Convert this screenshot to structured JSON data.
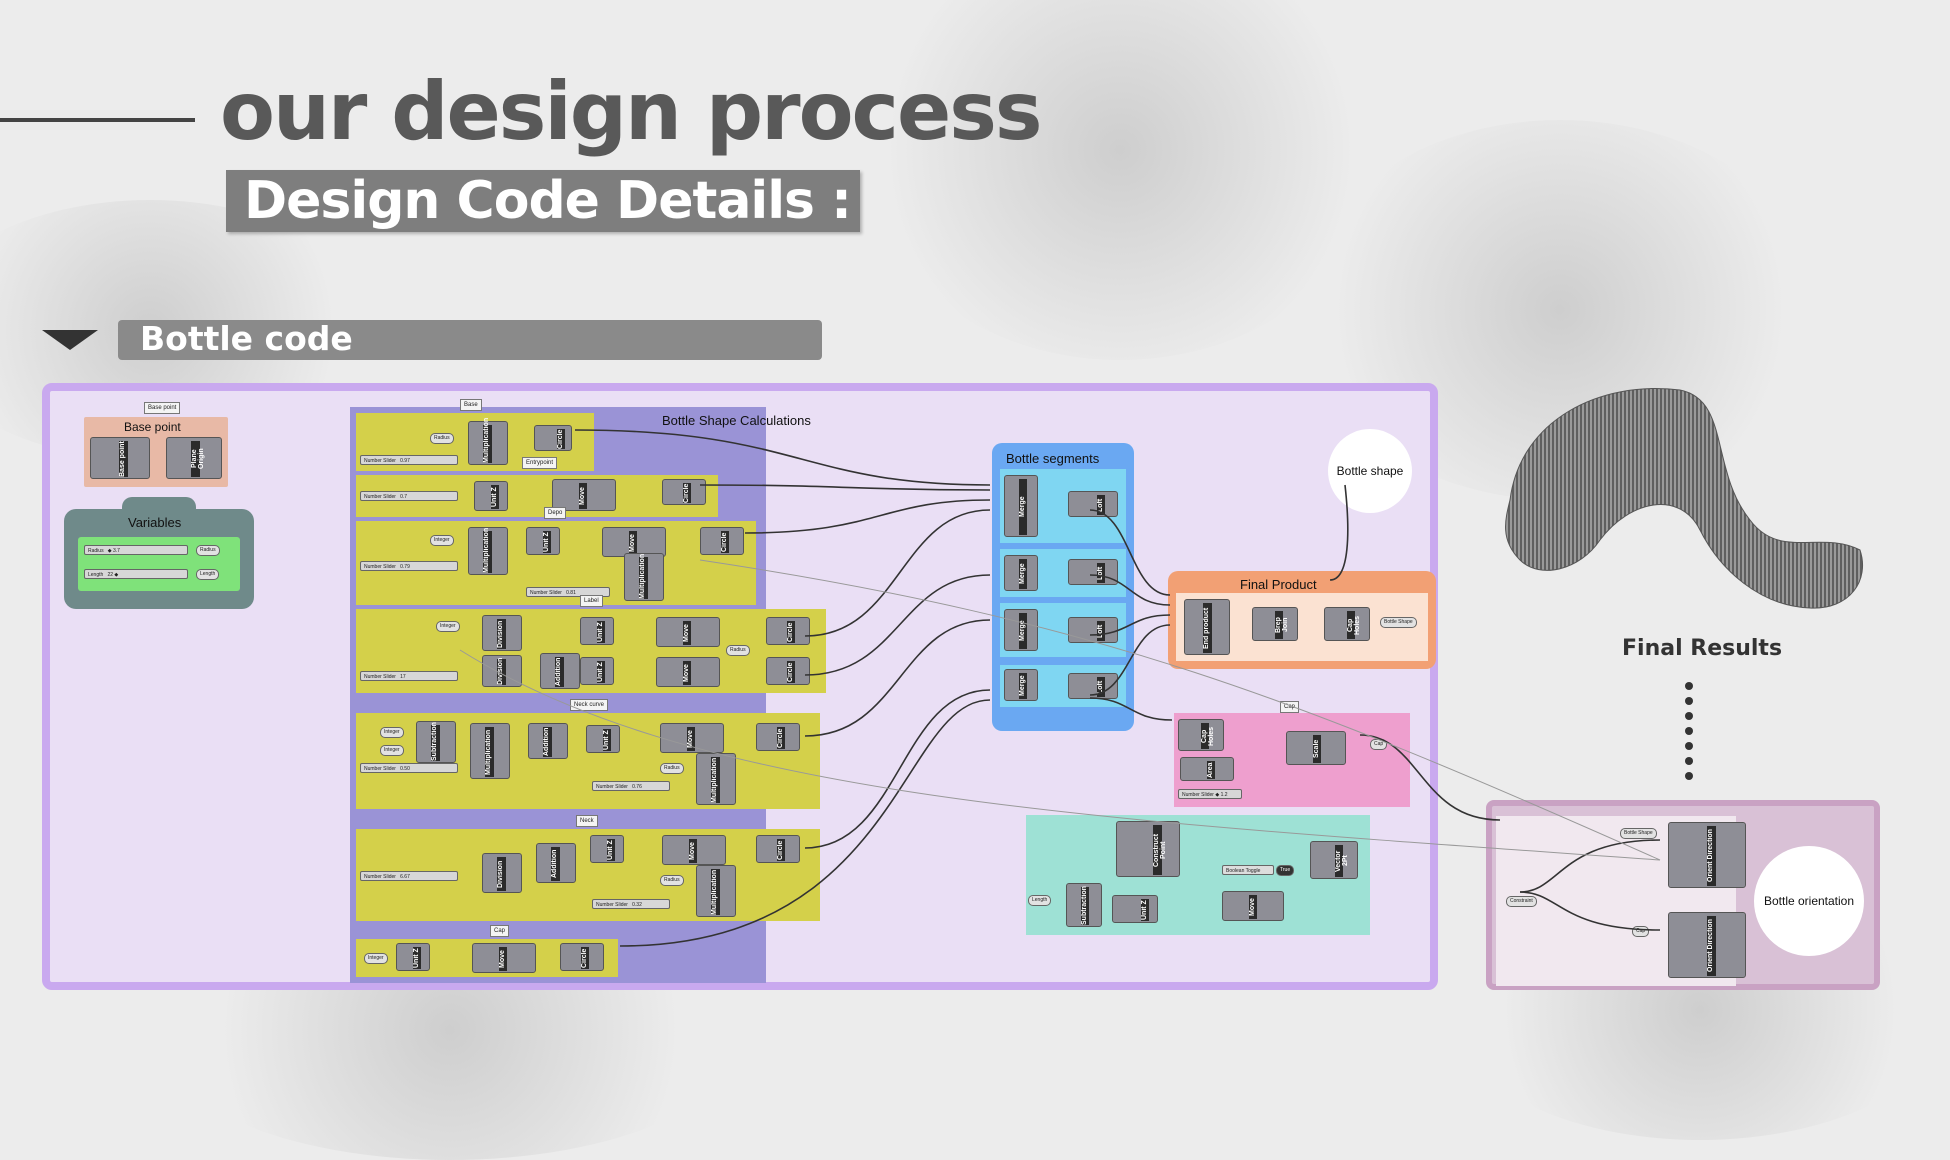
{
  "header": {
    "title": "our design process",
    "subtitle": "Design Code Details :",
    "section": "Bottle code"
  },
  "groups": {
    "base_point": "Base point",
    "base_point_tag": "Base point",
    "variables": "Variables",
    "bottle_shape_calc": "Bottle Shape Calculations",
    "bottle_segments": "Bottle segments",
    "final_product": "Final Product",
    "bottle_shape": "Bottle shape",
    "bottle_orientation": "Bottle orientation",
    "final_results": "Final Results"
  },
  "tags": {
    "base": "Base",
    "entrypoint": "Entrypoint",
    "depo": "Depo",
    "label": "Label",
    "neck_curve": "Neck curve",
    "neck": "Neck",
    "cap": "Cap",
    "cap_group": "Cap"
  },
  "nodes": {
    "base_point": "Base point",
    "plane_origin": "Plane Origin",
    "multiplication": "Multiplication",
    "circle": "Circle",
    "unit_z": "Unit Z",
    "move": "Move",
    "division": "Division",
    "addition": "Addition",
    "subtraction": "Subtraction",
    "merge": "Merge",
    "loft": "Loft",
    "end_product": "End product",
    "brep_join": "Brep Join",
    "cap_holes": "Cap Holes",
    "area": "Area",
    "scale": "Scale",
    "construct_point": "Construct Point",
    "vector_2pt": "Vector 2Pt",
    "orient_direction": "Orient Direction"
  },
  "params": {
    "radius": "Radius",
    "length": "Length",
    "integer": "Integer",
    "number_slider": "Number Slider",
    "boolean_toggle": "Boolean Toggle",
    "toggle_value": "True",
    "bottle_shape_param": "Bottle Shape",
    "cap_param": "Cap",
    "cap_out": "Cap",
    "bottle_shape_out": "Bottle Shape",
    "constraint": "Constraint"
  },
  "sliders": {
    "radius_val": "3.7",
    "length_val": "22",
    "s1": "0.97",
    "s2": "0.7",
    "s3": "0.79",
    "s4": "0.81",
    "s5": "17",
    "s6": "0.50",
    "s7": "0.76",
    "s8": "6.67",
    "s9": "0.32",
    "s10": "1.2"
  },
  "colors": {
    "canvas": "#eadff5",
    "canvas_border": "#c9a9ef",
    "base_point_group": "#e8b9a6",
    "variables_group": "#6f8a8a",
    "variables_inner": "#7fe27a",
    "calc_group": "#9a93d6",
    "calc_sub": "#d4d04a",
    "segments_group": "#6aa8f2",
    "segments_inner": "#7fd6f2",
    "final_group": "#f2a074",
    "cap_group": "#ee9fce",
    "teal_group": "#9ee1d5",
    "orientation_group": "#d9c1d6"
  }
}
